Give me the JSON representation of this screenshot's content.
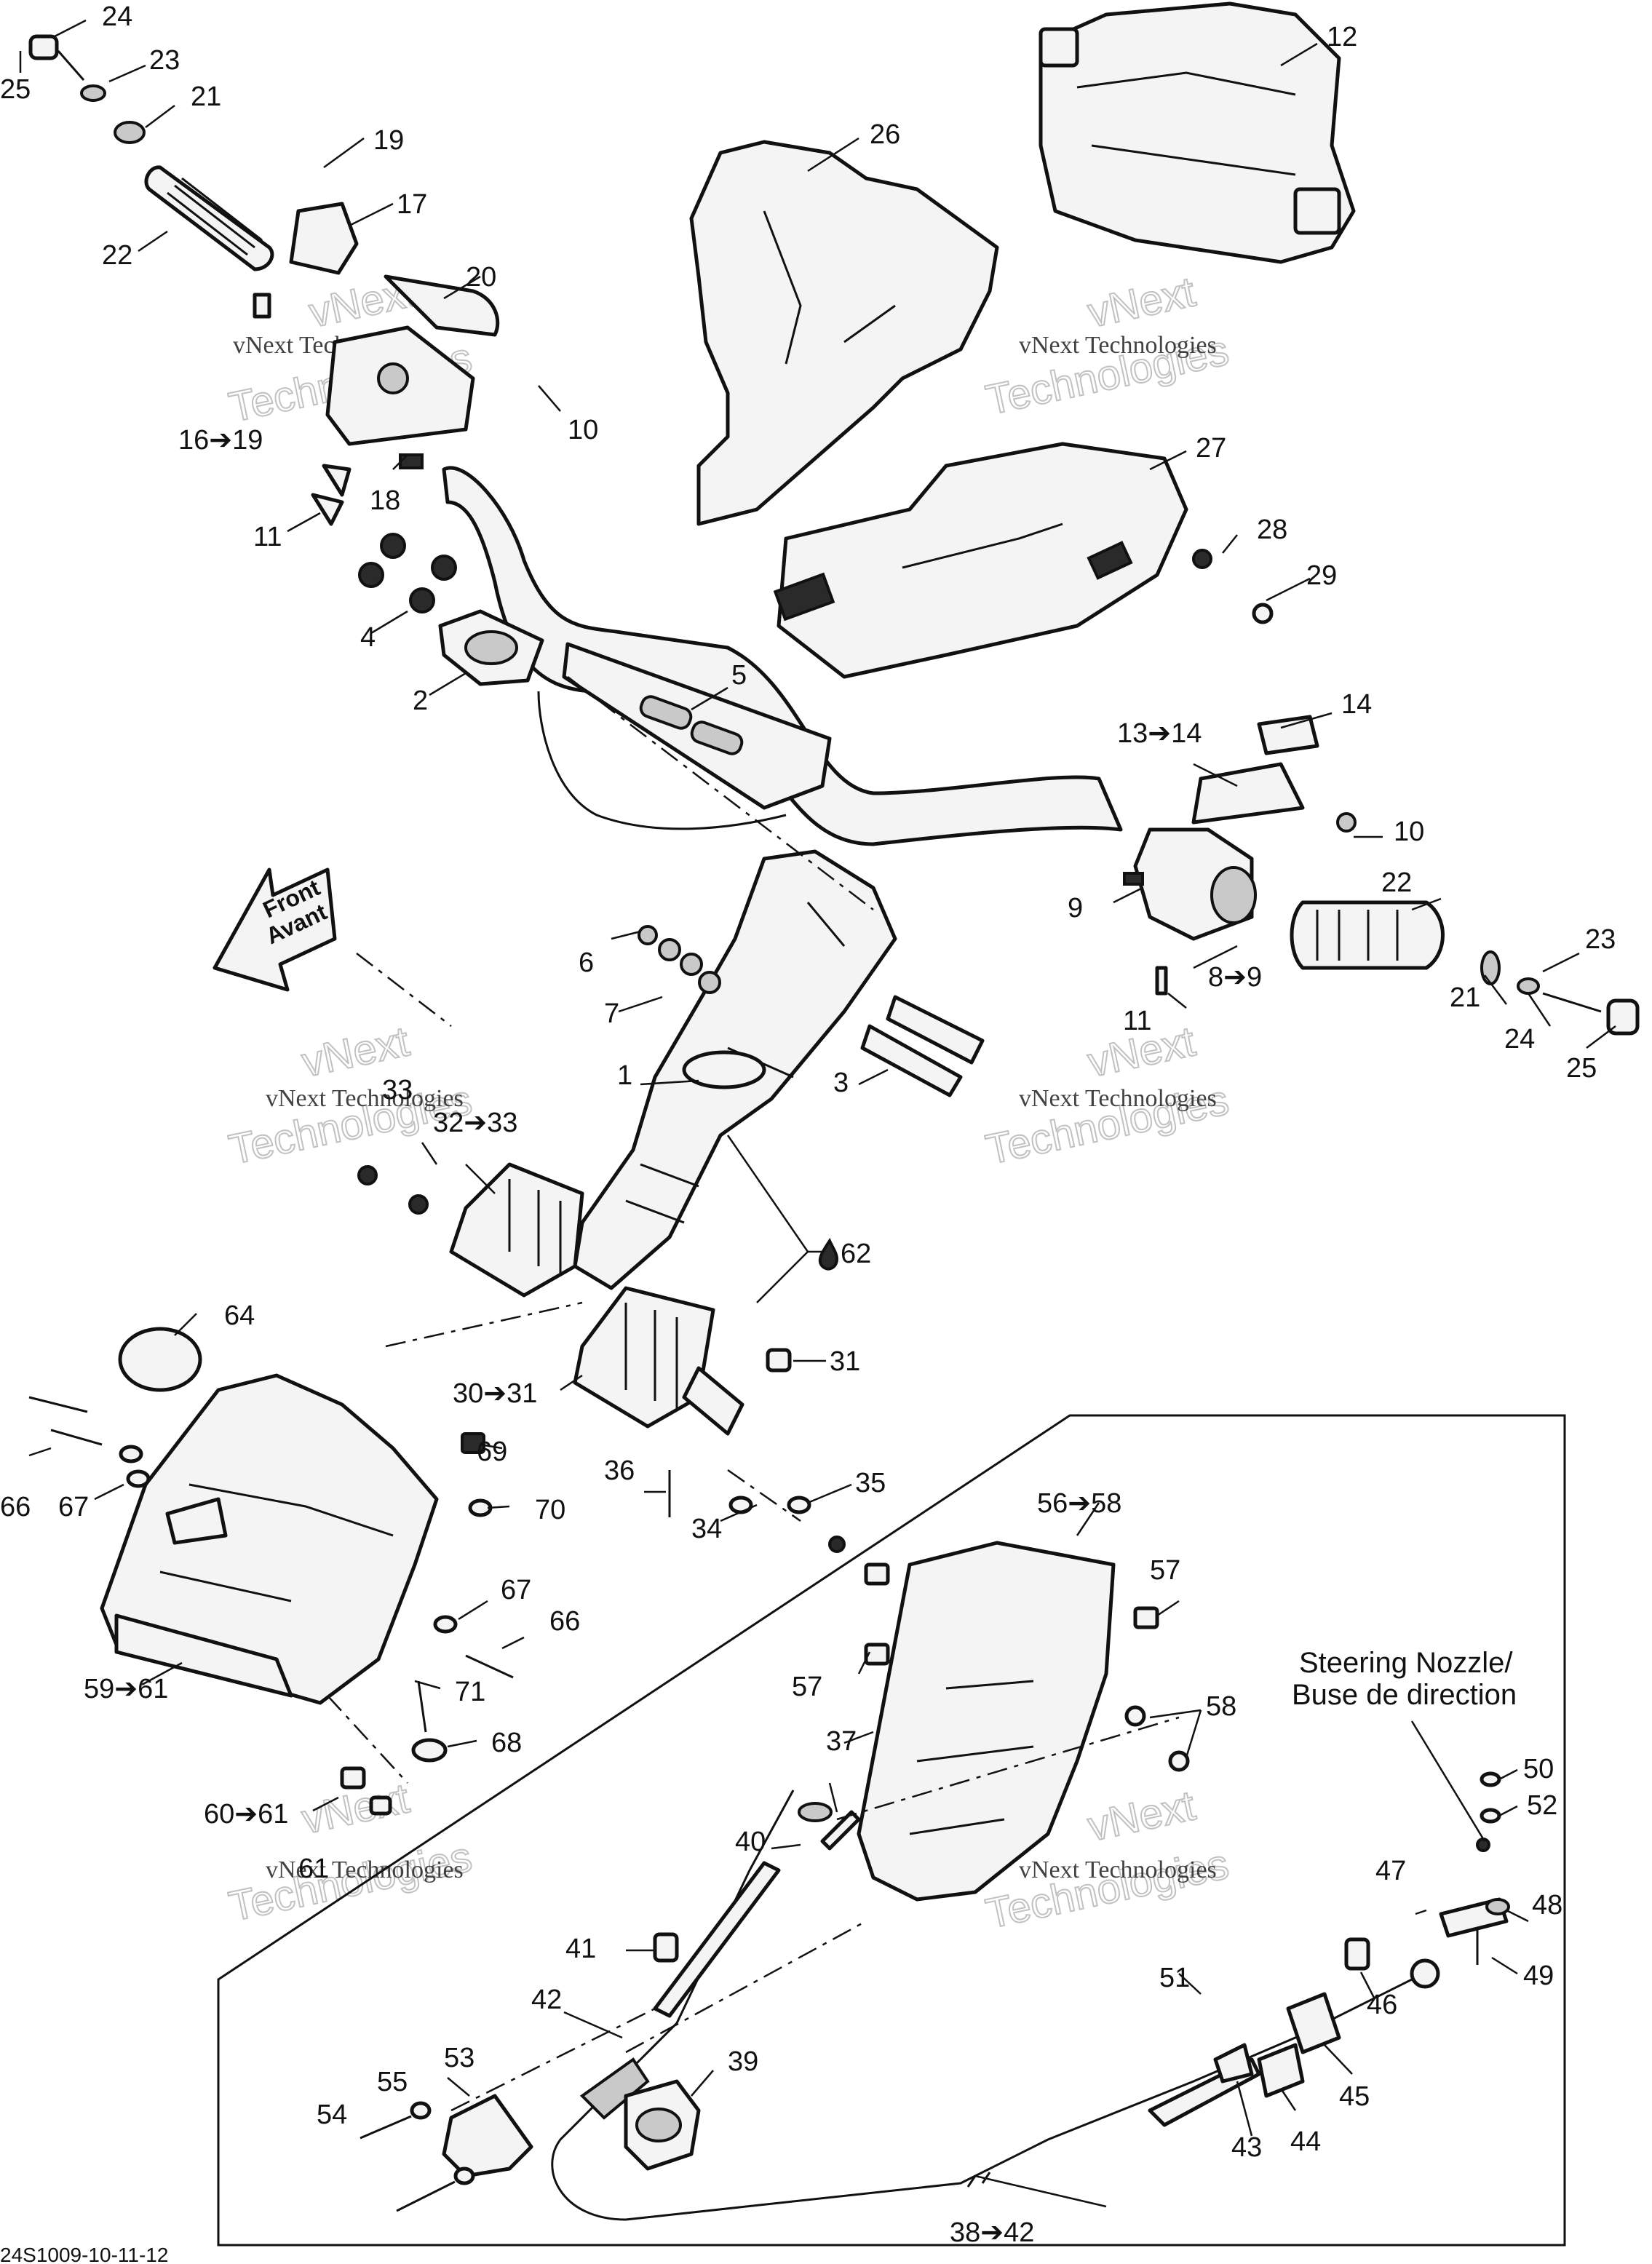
{
  "callouts": {
    "c1": "1",
    "c2": "2",
    "c3": "3",
    "c4": "4",
    "c5": "5",
    "c6": "6",
    "c7": "7",
    "c8_9": "8➔9",
    "c9": "9",
    "c10a": "10",
    "c10b": "10",
    "c11a": "11",
    "c11b": "11",
    "c12": "12",
    "c13_14": "13➔14",
    "c14": "14",
    "c16_19": "16➔19",
    "c17": "17",
    "c18": "18",
    "c19": "19",
    "c20": "20",
    "c21a": "21",
    "c21b": "21",
    "c22a": "22",
    "c22b": "22",
    "c23a": "23",
    "c23b": "23",
    "c24a": "24",
    "c24b": "24",
    "c25a": "25",
    "c25b": "25",
    "c26": "26",
    "c27": "27",
    "c28": "28",
    "c29": "29",
    "c30_31": "30➔31",
    "c31": "31",
    "c32_33": "32➔33",
    "c33": "33",
    "c34": "34",
    "c35": "35",
    "c36": "36",
    "c37": "37",
    "c38_42": "38➔42",
    "c39": "39",
    "c40": "40",
    "c41": "41",
    "c42": "42",
    "c43": "43",
    "c44": "44",
    "c45": "45",
    "c46": "46",
    "c47": "47",
    "c48": "48",
    "c49": "49",
    "c50": "50",
    "c51": "51",
    "c52": "52",
    "c53": "53",
    "c54": "54",
    "c55": "55",
    "c56_58": "56➔58",
    "c57a": "57",
    "c57b": "57",
    "c58": "58",
    "c59_61": "59➔61",
    "c60_61": "60➔61",
    "c61": "61",
    "c62": "62",
    "c64": "64",
    "c66a": "66",
    "c66b": "66",
    "c67a": "67",
    "c67b": "67",
    "c68": "68",
    "c69": "69",
    "c70": "70",
    "c71": "71"
  },
  "front_arrow": {
    "line1": "Front",
    "line2": "Avant"
  },
  "nozzle_label": {
    "line1": "Steering Nozzle/",
    "line2": "Buse de direction"
  },
  "watermark": {
    "line1": "vNext Technologies",
    "big1": "vNext",
    "big2": "Technologies"
  },
  "drawing_code": "24S1009-10-11-12"
}
